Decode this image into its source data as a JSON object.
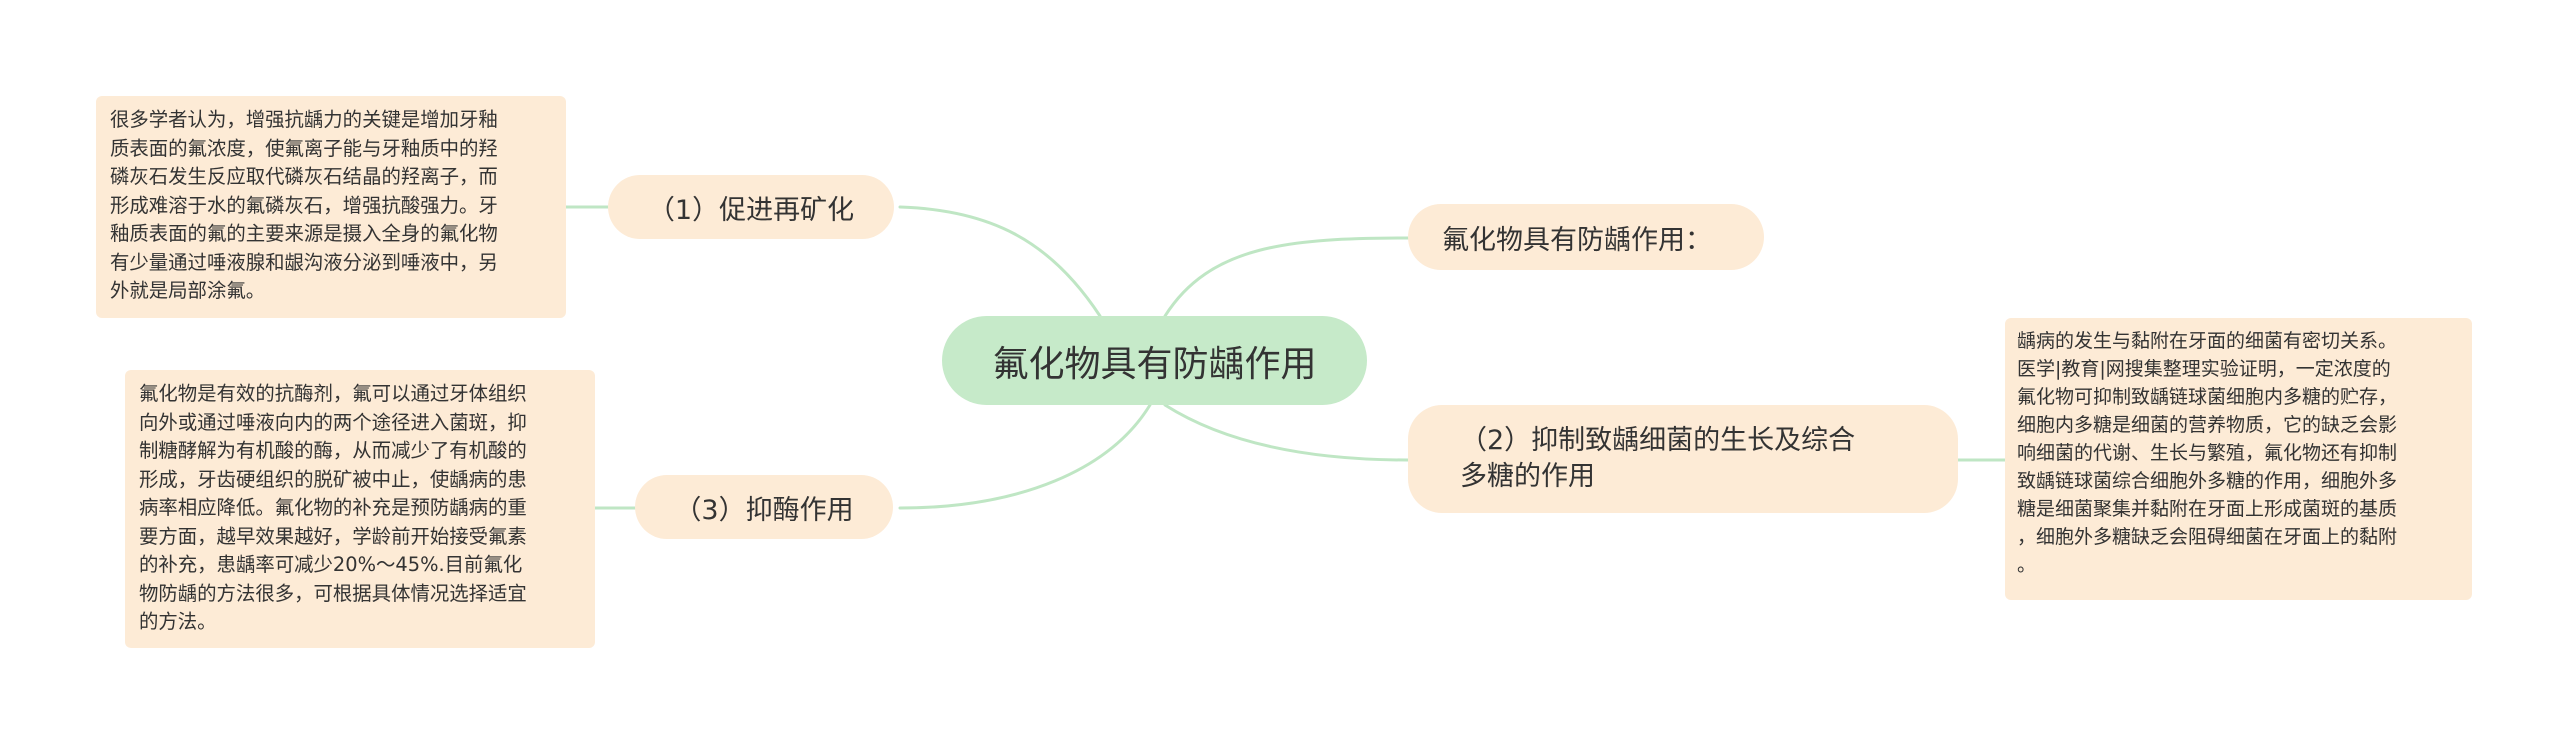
{
  "root": {
    "label": "氟化物具有防龋作用"
  },
  "branches": [
    {
      "topic": "（1）促进再矿化",
      "note_lines": [
        "很多学者认为，增强抗龋力的关键是增加牙釉",
        "质表面的氟浓度，使氟离子能与牙釉质中的羟",
        "磷灰石发生反应取代磷灰石结晶的羟离子，而",
        "形成难溶于水的氟磷灰石，增强抗酸强力。牙",
        "釉质表面的氟的主要来源是摄入全身的氟化物",
        "有少量通过唾液腺和龈沟液分泌到唾液中，另",
        "外就是局部涂氟。"
      ]
    },
    {
      "topic": "（3）抑酶作用",
      "note_lines": [
        "氟化物是有效的抗酶剂，氟可以通过牙体组织",
        "向外或通过唾液向内的两个途径进入菌斑，抑",
        "制糖酵解为有机酸的酶，从而减少了有机酸的",
        "形成，牙齿硬组织的脱矿被中止，使龋病的患",
        "病率相应降低。氟化物的补充是预防龋病的重",
        "要方面，越早效果越好，学龄前开始接受氟素",
        "的补充，患龋率可减少20%～45%.目前氟化",
        "物防龋的方法很多，可根据具体情况选择适宜",
        "的方法。"
      ]
    },
    {
      "topic": "氟化物具有防龋作用："
    },
    {
      "topic_lines": [
        "（2）抑制致龋细菌的生长及综合",
        "多糖的作用"
      ],
      "note_lines": [
        "龋病的发生与黏附在牙面的细菌有密切关系。",
        "医学|教育|网搜集整理实验证明，一定浓度的",
        "氟化物可抑制致龋链球菌细胞内多糖的贮存，",
        "细胞内多糖是细菌的营养物质，它的缺乏会影",
        "响细菌的代谢、生长与繁殖，氟化物还有抑制",
        "致龋链球菌综合细胞外多糖的作用，细胞外多",
        "糖是细菌聚集并黏附在牙面上形成菌斑的基质",
        "，细胞外多糖缺乏会阻碍细菌在牙面上的黏附",
        "。"
      ]
    }
  ],
  "colors": {
    "root_fill": "#c6eac9",
    "node_fill": "#fdebd6",
    "connector": "#b9e4bf",
    "text": "#333333"
  }
}
